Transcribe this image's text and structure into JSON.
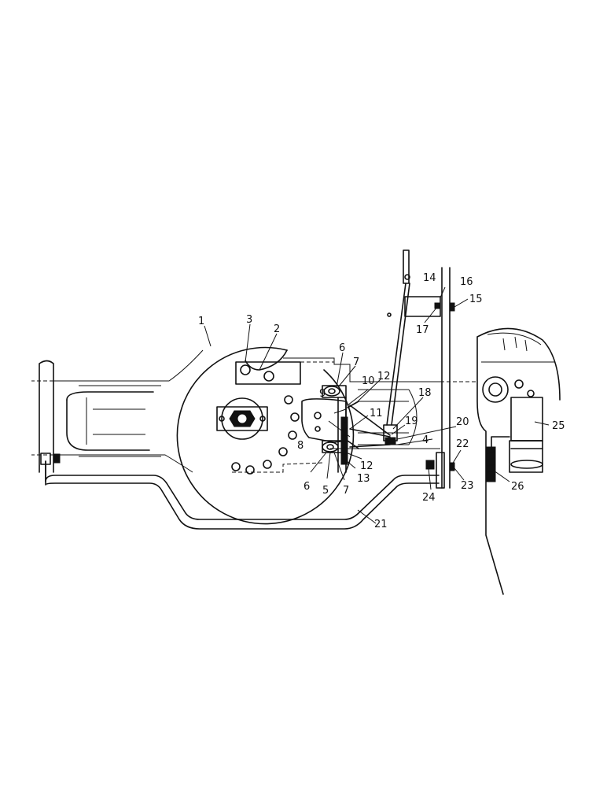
{
  "callouts": [
    {
      "id": "c1",
      "label": "1"
    },
    {
      "id": "c2",
      "label": "2"
    },
    {
      "id": "c3",
      "label": "3"
    },
    {
      "id": "c4",
      "label": "4"
    },
    {
      "id": "c5",
      "label": "5"
    },
    {
      "id": "c6a",
      "label": "6"
    },
    {
      "id": "c6b",
      "label": "6"
    },
    {
      "id": "c7a",
      "label": "7"
    },
    {
      "id": "c7b",
      "label": "7"
    },
    {
      "id": "c8",
      "label": "8"
    },
    {
      "id": "c9",
      "label": "9"
    },
    {
      "id": "c10",
      "label": "10"
    },
    {
      "id": "c11",
      "label": "11"
    },
    {
      "id": "c12a",
      "label": "12"
    },
    {
      "id": "c12b",
      "label": "12"
    },
    {
      "id": "c13",
      "label": "13"
    },
    {
      "id": "c14",
      "label": "14"
    },
    {
      "id": "c15",
      "label": "15"
    },
    {
      "id": "c16",
      "label": "16"
    },
    {
      "id": "c17",
      "label": "17"
    },
    {
      "id": "c18",
      "label": "18"
    },
    {
      "id": "c19",
      "label": "19"
    },
    {
      "id": "c20",
      "label": "20"
    },
    {
      "id": "c21",
      "label": "21"
    },
    {
      "id": "c22",
      "label": "22"
    },
    {
      "id": "c23",
      "label": "23"
    },
    {
      "id": "c24",
      "label": "24"
    },
    {
      "id": "c25",
      "label": "25"
    },
    {
      "id": "c26",
      "label": "26"
    }
  ]
}
